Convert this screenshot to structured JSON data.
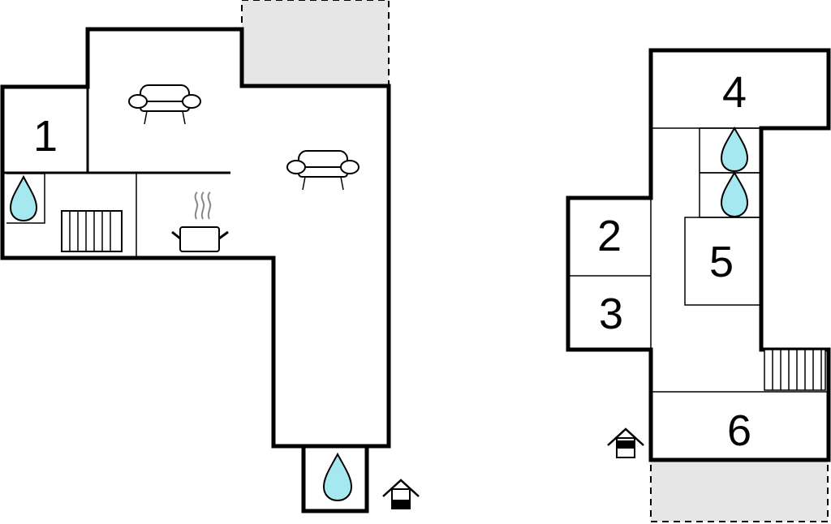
{
  "floor_plan": {
    "left_unit": {
      "rooms": [
        {
          "label": "1"
        }
      ]
    },
    "right_unit": {
      "rooms": [
        {
          "label": "2"
        },
        {
          "label": "3"
        },
        {
          "label": "4"
        },
        {
          "label": "5"
        },
        {
          "label": "6"
        }
      ]
    },
    "icons": [
      "sofa-icon",
      "kitchen-pot-icon",
      "radiator-icon",
      "water-drop-icon",
      "entrance-house-icon",
      "terrace-area"
    ],
    "colors": {
      "water": "#a6e8f0",
      "terrace": "#e6e6e6",
      "walls": "#000000"
    }
  }
}
